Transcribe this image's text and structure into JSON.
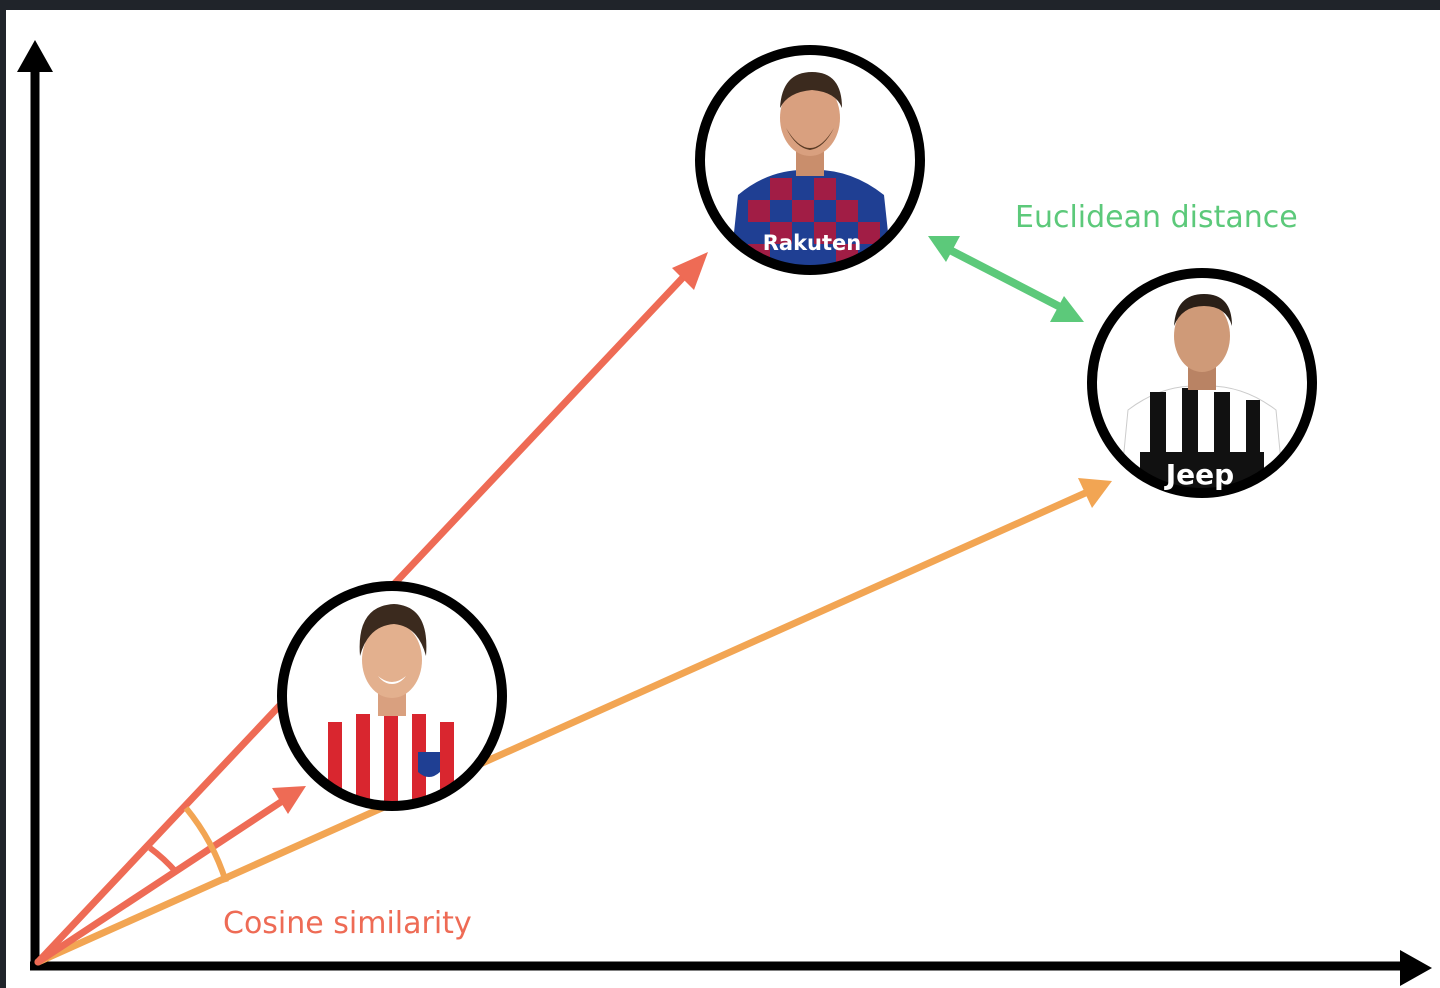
{
  "labels": {
    "cosine": "Cosine similarity",
    "euclidean": "Euclidean distance",
    "jersey_barcelona": "Rakuten",
    "jersey_juventus": "Jeep"
  },
  "colors": {
    "axis": "#000000",
    "cosine": "#ee6b55",
    "orange_vector": "#f2a553",
    "euclidean": "#5cc97a",
    "barca_blue": "#1f3f93",
    "barca_red": "#a11d45",
    "atletico_red": "#d9262f",
    "skin": "#d9a07f",
    "hair": "#3b2a1e"
  },
  "nodes": [
    {
      "id": "top-player",
      "jersey": "barcelona"
    },
    {
      "id": "right-player",
      "jersey": "juventus"
    },
    {
      "id": "lower-player",
      "jersey": "atletico"
    }
  ],
  "icons": [
    "axis-arrow-icon",
    "double-arrow-icon",
    "angle-arc-icon"
  ]
}
